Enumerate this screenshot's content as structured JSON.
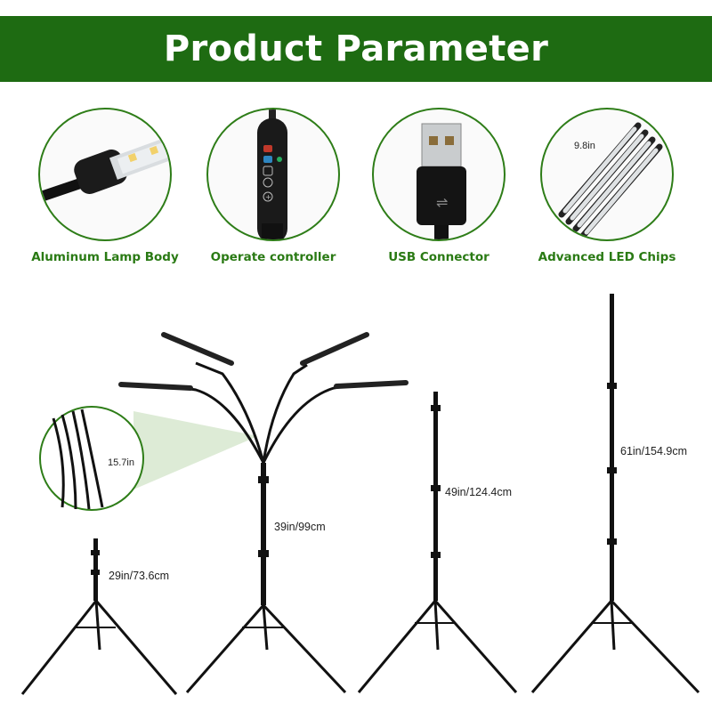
{
  "header": {
    "title": "Product Parameter"
  },
  "features": [
    {
      "label": "Aluminum Lamp Body",
      "icon": "aluminum-lamp-body-icon"
    },
    {
      "label": "Operate controller",
      "icon": "controller-icon"
    },
    {
      "label": "USB Connector",
      "icon": "usb-connector-icon"
    },
    {
      "label": "Advanced LED Chips",
      "icon": "led-chips-icon"
    }
  ],
  "led_chips_length": "9.8in",
  "gooseneck_length": "15.7in",
  "heights": {
    "h1": "29in/73.6cm",
    "h2": "39in/99cm",
    "h3": "49in/124.4cm",
    "h4": "61in/154.9cm"
  },
  "colors": {
    "brand_green": "#1e6b12",
    "label_green": "#2a7a14"
  }
}
